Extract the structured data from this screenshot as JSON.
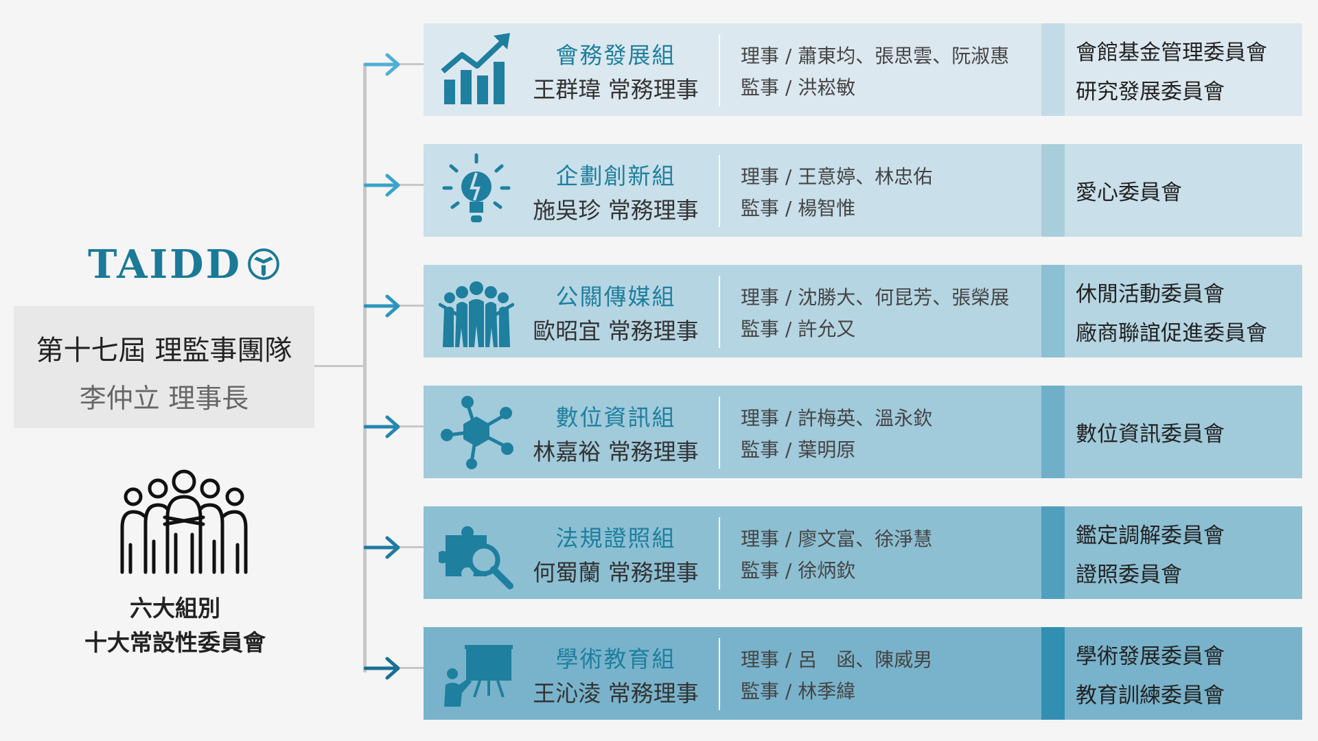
{
  "brand": {
    "logo_text": "TAIDD"
  },
  "team": {
    "title": "第十七屆 理監事團隊",
    "leader": "李仲立 理事長"
  },
  "groups_caption": {
    "line1": "六大組別",
    "line2": "十大常設性委員會"
  },
  "groups": [
    {
      "icon": "growth-chart-icon",
      "name": "會務發展組",
      "director": "王群瑋 常務理事",
      "members": [
        "理事 / 蕭東均、張思雲、阮淑惠",
        "監事 / 洪崧敏"
      ],
      "committees": [
        "會館基金管理委員會",
        "研究發展委員會"
      ],
      "colors": {
        "main": "#dce8ef",
        "divider": "#c3dbe6",
        "committee": "#dce8ef",
        "icon": "#1e7f9f",
        "arrow": "#4fb0d4"
      }
    },
    {
      "icon": "lightbulb-icon",
      "name": "企劃創新組",
      "director": "施吳珍 常務理事",
      "members": [
        "理事 / 王意婷、林忠佑",
        "監事 / 楊智惟"
      ],
      "committees": [
        "愛心委員會"
      ],
      "colors": {
        "main": "#c9dfe9",
        "divider": "#a8cedc",
        "committee": "#c9dfe9",
        "icon": "#1e7f9f",
        "arrow": "#3aa3c8"
      }
    },
    {
      "icon": "team-people-icon",
      "name": "公關傳媒組",
      "director": "歐昭宜 常務理事",
      "members": [
        "理事 / 沈勝大、何昆芳、張榮展",
        "監事 / 許允又"
      ],
      "committees": [
        "休閒活動委員會",
        "廠商聯誼促進委員會"
      ],
      "colors": {
        "main": "#b6d5e2",
        "divider": "#8cc0d3",
        "committee": "#b6d5e2",
        "icon": "#1e7f9f",
        "arrow": "#2d95bc"
      }
    },
    {
      "icon": "network-icon",
      "name": "數位資訊組",
      "director": "林嘉裕 常務理事",
      "members": [
        "理事 / 許梅英、溫永欽",
        "監事 / 葉明原"
      ],
      "committees": [
        "數位資訊委員會"
      ],
      "colors": {
        "main": "#a1cadb",
        "divider": "#6fb0c8",
        "committee": "#a1cadb",
        "icon": "#1e7f9f",
        "arrow": "#2588ae"
      }
    },
    {
      "icon": "puzzle-search-icon",
      "name": "法規證照組",
      "director": "何蜀蘭 常務理事",
      "members": [
        "理事 / 廖文富、徐淨慧",
        "監事 / 徐炳欽"
      ],
      "committees": [
        "鑑定調解委員會",
        "證照委員會"
      ],
      "colors": {
        "main": "#8dbfd3",
        "divider": "#4f9fbd",
        "committee": "#8dbfd3",
        "icon": "#1e7f9f",
        "arrow": "#1e7ba1"
      }
    },
    {
      "icon": "presentation-icon",
      "name": "學術教育組",
      "director": "王沁淩 常務理事",
      "members": [
        "理事 / 呂　函、陳威男",
        "監事 / 林季緯"
      ],
      "committees": [
        "學術發展委員會",
        "教育訓練委員會"
      ],
      "colors": {
        "main": "#79b3cb",
        "divider": "#318fb2",
        "committee": "#79b3cb",
        "icon": "#1e7f9f",
        "arrow": "#1a6f93"
      }
    }
  ]
}
